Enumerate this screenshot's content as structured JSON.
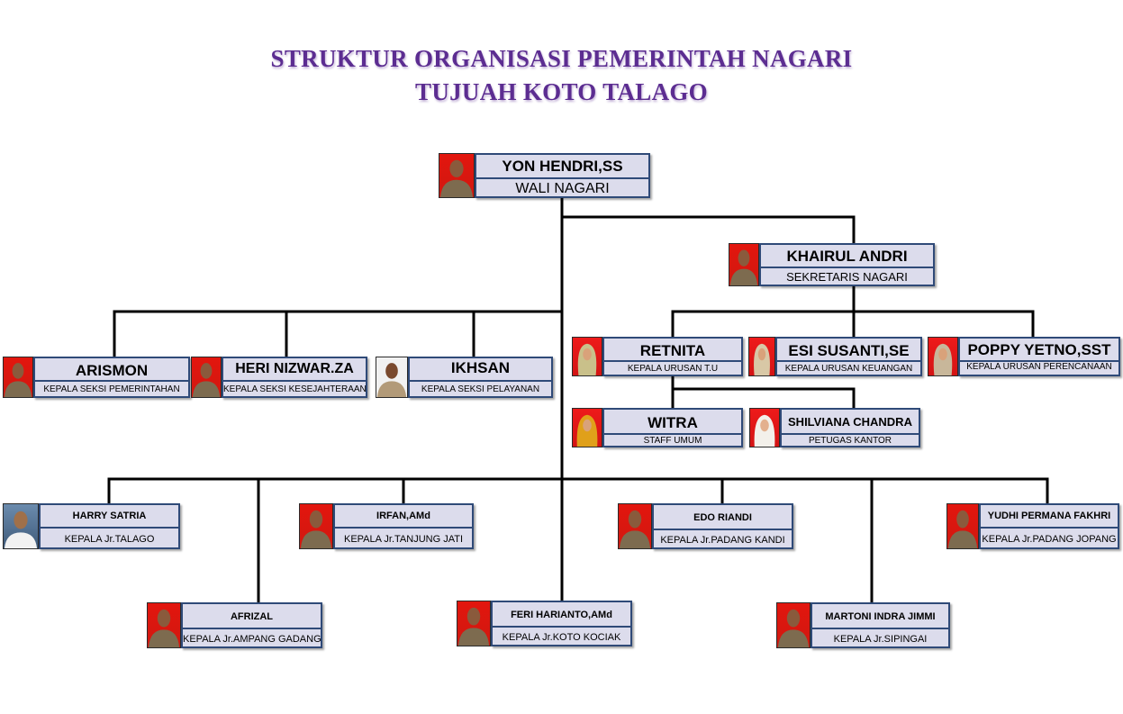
{
  "title": {
    "line1": "STRUKTUR ORGANISASI PEMERINTAH NAGARI",
    "line2": "TUJUAH KOTO TALAGO"
  },
  "colors": {
    "title": "#5c2d91",
    "box_fill": "#dcdcec",
    "box_border": "#2f4a78",
    "photo_background": "#e3160e",
    "connector": "#000000"
  },
  "nodes": {
    "wali": {
      "name": "YON HENDRI,SS",
      "role": "WALI NAGARI"
    },
    "sekretaris": {
      "name": "KHAIRUL ANDRI",
      "role": "SEKRETARIS NAGARI"
    },
    "arismon": {
      "name": "ARISMON",
      "role": "KEPALA SEKSI PEMERINTAHAN"
    },
    "heri": {
      "name": "HERI NIZWAR.ZA",
      "role": "KEPALA SEKSI KESEJAHTERAAN"
    },
    "ikhsan": {
      "name": "IKHSAN",
      "role": "KEPALA SEKSI PELAYANAN"
    },
    "retnita": {
      "name": "RETNITA",
      "role": "KEPALA URUSAN T.U"
    },
    "esi": {
      "name": "ESI SUSANTI,SE",
      "role": "KEPALA URUSAN KEUANGAN"
    },
    "poppy": {
      "name": "POPPY YETNO,SST",
      "role": "KEPALA URUSAN PERENCANAAN"
    },
    "witra": {
      "name": "WITRA",
      "role": "STAFF UMUM"
    },
    "shilviana": {
      "name": "SHILVIANA CHANDRA",
      "role": "PETUGAS KANTOR"
    },
    "harry": {
      "name": "HARRY SATRIA",
      "role": "KEPALA Jr.TALAGO"
    },
    "irfan": {
      "name": "IRFAN,AMd",
      "role": "KEPALA Jr.TANJUNG JATI"
    },
    "edo": {
      "name": "EDO RIANDI",
      "role": "KEPALA Jr.PADANG KANDI"
    },
    "yudhi": {
      "name": "YUDHI PERMANA FAKHRI",
      "role": "KEPALA Jr.PADANG JOPANG"
    },
    "afrizal": {
      "name": "AFRIZAL",
      "role": "KEPALA Jr.AMPANG GADANG"
    },
    "feri": {
      "name": "FERI HARIANTO,AMd",
      "role": "KEPALA Jr.KOTO KOCIAK"
    },
    "martoni": {
      "name": "MARTONI INDRA JIMMI",
      "role": "KEPALA Jr.SIPINGAI"
    }
  }
}
